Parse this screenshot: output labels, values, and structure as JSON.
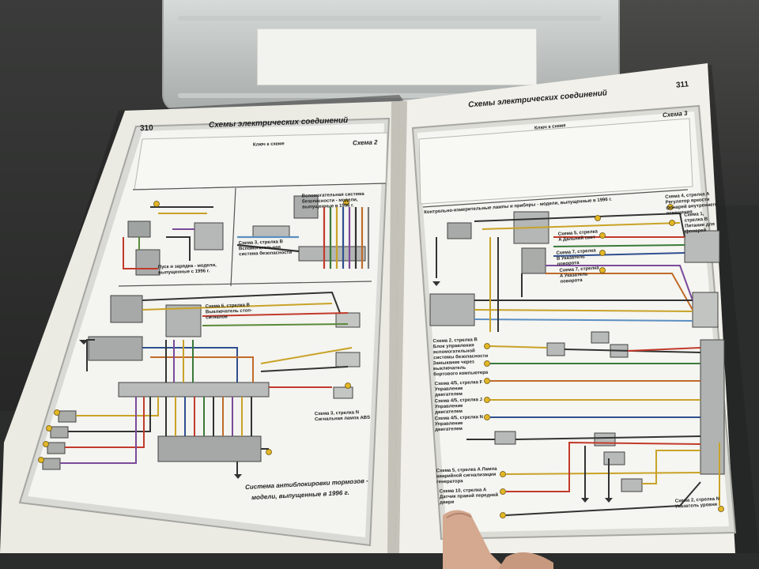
{
  "book": {
    "left_page": {
      "page_number": "310",
      "header": "Схемы электрических соединений",
      "diagram_title": "Схема 2",
      "key_title": "Ключ к схеме",
      "figure_caption_line1": "Система антиблокировки тормозов -",
      "figure_caption_line2": "модели, выпущенные в 1996 г.",
      "notes": [
        "Вспомогательная система безопасности - модели, выпущенные в 1996 г.",
        "Пуск и зарядка - модели, выпущенные с 1996 г.",
        "Схема 3, стрелка B Вспомогательная система безопасности",
        "Схема 6, стрелка B Выключатель стоп-сигналов",
        "Схема 3, стрелка N Сигнальная лампа ABS"
      ]
    },
    "right_page": {
      "page_number": "311",
      "header": "Схемы электрических соединений",
      "diagram_title": "Схема 3",
      "key_title": "Ключ к схеме",
      "section_title": "Контрольно-измерительные лампы и приборы - модели, выпущенные в 1996 г.",
      "arrow_labels": [
        "Схема 4, стрелка A Регулятор яркости фонарей внутреннего освещения",
        "Схема 1, стрелка B Питание для фонарей",
        "Схема 5, стрелка A Дальний свет",
        "Схема 7, стрелка B Указатель поворота",
        "Схема 7, стрелка A Указатель поворота",
        "Схема 2, стрелка B Блок управления вспомогательной системы безопасности",
        "Замыкание через выключатель бортового компьютера",
        "Схема 4/5, стрелка F Управление двигателем",
        "Схема 4/5, стрелка J Управление двигателем",
        "Схема 4/5, стрелка N Управление двигателем",
        "Схема 5, стрелка A Лампа аварийной сигнализации генератора",
        "Схема 10, стрелка A Датчик правой передней двери",
        "Схема 2, стрелка N Указатель уровня"
      ]
    }
  }
}
